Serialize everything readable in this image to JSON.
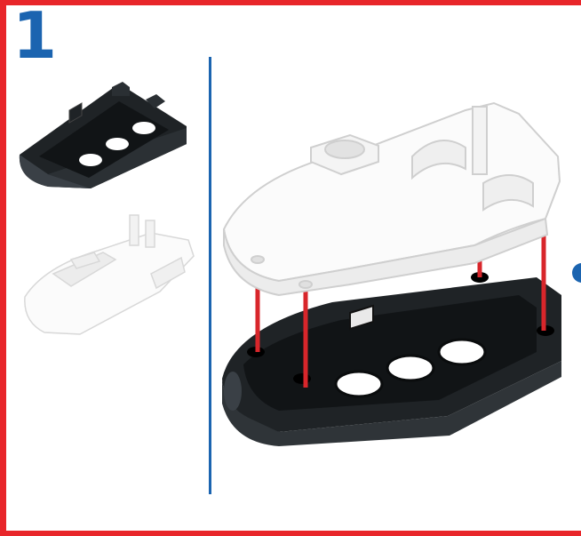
{
  "step": {
    "number": "1"
  },
  "colors": {
    "frame": "#e8262a",
    "accent": "#1b64b0",
    "part_dark": "#1f2326",
    "part_light": "#f6f6f6",
    "guide_line": "#d8262b"
  },
  "parts": {
    "list": [
      {
        "name": "black-base-housing"
      },
      {
        "name": "white-top-cover"
      }
    ]
  }
}
